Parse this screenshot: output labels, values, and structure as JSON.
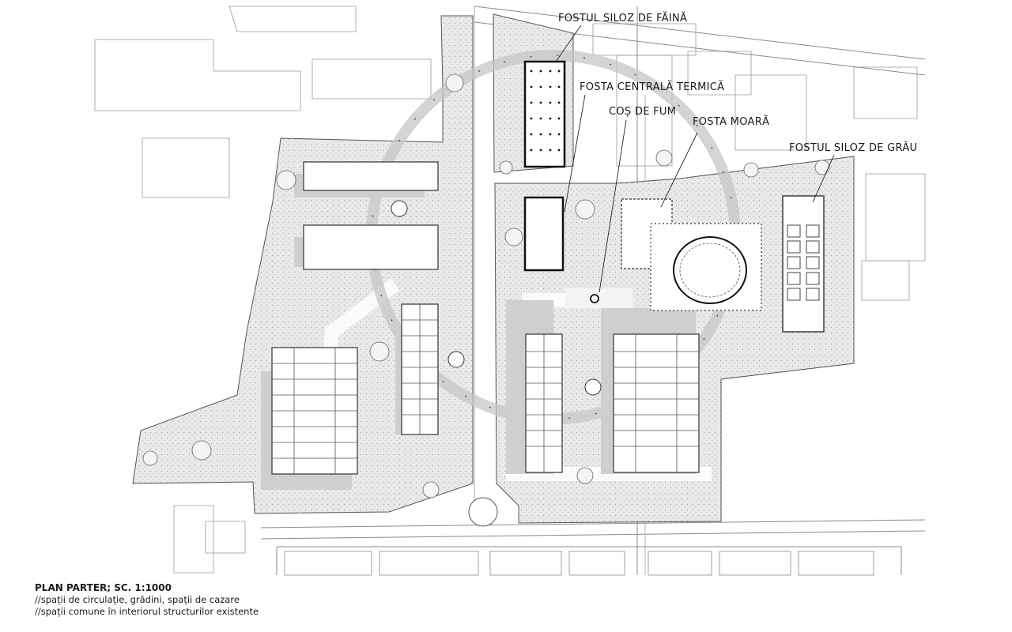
{
  "plan": {
    "labels": {
      "flour_silo": "FOSTUL SILOZ DE FĂINĂ",
      "thermal_plant": "FOSTA CENTRALĂ TERMICĂ",
      "chimney": "COȘ DE FUM",
      "mill": "FOSTA MOARĂ",
      "wheat_silo": "FOSTUL SILOZ DE GRÂU"
    },
    "caption": {
      "title": "PLAN PARTER; SC. 1:1000",
      "line1": "//spații de circulație, grădini, spații de cazare",
      "line2": "//spații comune în interiorul structurilor existente"
    }
  }
}
